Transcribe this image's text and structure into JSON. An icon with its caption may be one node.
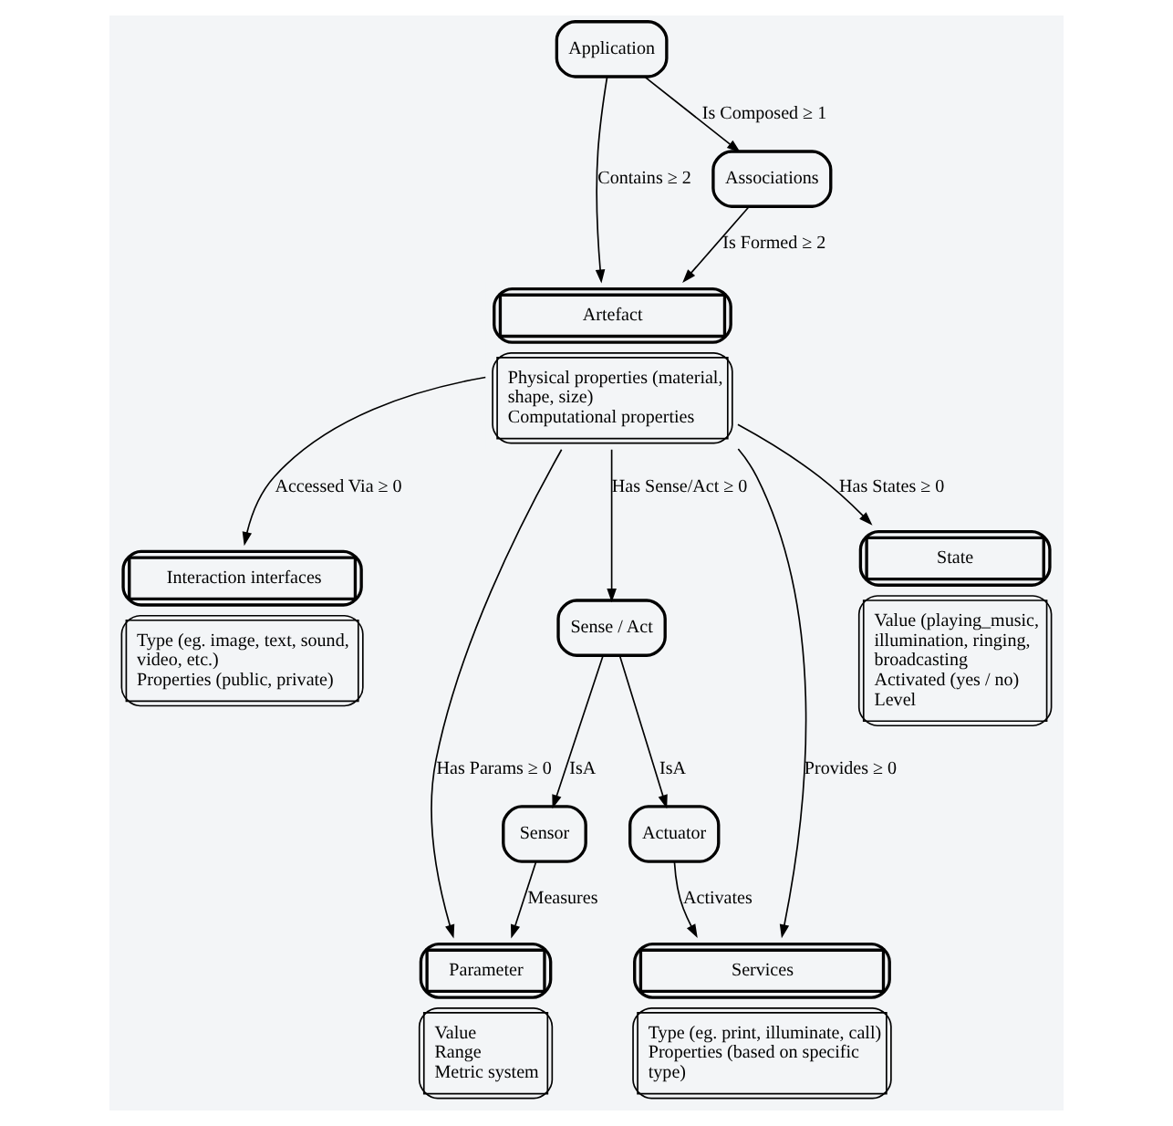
{
  "diagram": {
    "nodes": [
      {
        "text": [
          "Application"
        ]
      },
      {
        "text": [
          "Artefact",
          "Physical properties (material, shape, size)",
          "Computational properties"
        ]
      },
      {
        "text": [
          "Associations"
        ]
      },
      {
        "text": [
          "Interaction interfaces",
          "Type (eg. image, text, sound, video, etc.)",
          "Properties (public, private)"
        ]
      },
      {
        "text": [
          "Sense / Act"
        ]
      },
      {
        "text": [
          "Sensor"
        ]
      },
      {
        "text": [
          "Actuator"
        ]
      },
      {
        "text": [
          "Services",
          "Type (eg. print, illuminate, call)",
          "Properties (based on specific type)"
        ]
      },
      {
        "text": [
          "Parameter",
          "Value",
          "Range",
          "Metric system"
        ]
      },
      {
        "text": [
          "State",
          "Value (playing_music, illumination, ringing, broadcasting",
          "Activated (yes / no)",
          "Level"
        ]
      }
    ],
    "edges": [
      {
        "from": 0,
        "to": 1,
        "arrow": "to",
        "label": "Contains ≥ 2"
      },
      {
        "from": 0,
        "to": 2,
        "arrow": "to",
        "label": "Is Composed ≥ 1"
      },
      {
        "from": 2,
        "to": 1,
        "arrow": "to",
        "label": "Is Formed ≥ 2"
      },
      {
        "from": 1,
        "to": 3,
        "arrow": "to",
        "label": "Accessed Via ≥ 0"
      },
      {
        "from": 1,
        "to": 4,
        "arrow": "to",
        "label": "Has Sense/Act ≥ 0"
      },
      {
        "from": 1,
        "to": 8,
        "arrow": "to",
        "label": "Has Params ≥ 0"
      },
      {
        "from": 1,
        "to": 9,
        "arrow": "to",
        "label": "Has States ≥ 0"
      },
      {
        "from": 1,
        "to": 7,
        "arrow": "to",
        "label": "Provides ≥ 0"
      },
      {
        "from": 4,
        "to": 5,
        "arrow": "to",
        "label": "IsA"
      },
      {
        "from": 4,
        "to": 6,
        "arrow": "to",
        "label": "IsA"
      },
      {
        "from": 6,
        "to": 7,
        "arrow": "to",
        "label": "Activates"
      },
      {
        "from": 5,
        "to": 8,
        "arrow": "to",
        "label": "Measures"
      }
    ]
  }
}
